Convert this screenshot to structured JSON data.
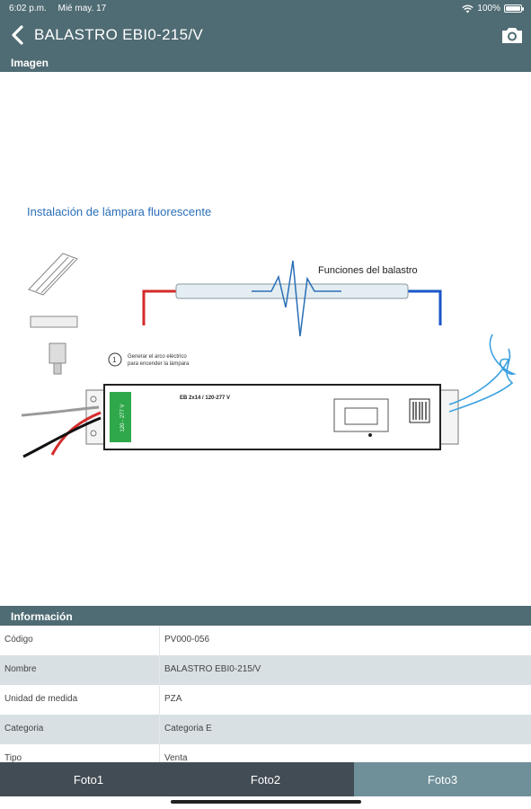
{
  "status_bar": {
    "time": "6:02 p.m.",
    "date": "Mié may. 17",
    "battery": "100%"
  },
  "header": {
    "title": "BALASTRO EBI0-215/V"
  },
  "sections": {
    "image": "Imagen",
    "info": "Información"
  },
  "diagram": {
    "title": "Instalación de lámpara fluorescente",
    "functions_label": "Funciones del balastro",
    "step_number": "1",
    "step_line1": "Generar el arco eléctrico",
    "step_line2": "para encender la lámpara",
    "ballast_label": "EB 2x14 / 120-277 V",
    "ballast_side": "120 - 277 V"
  },
  "carousel": {
    "count": 3,
    "active": 2
  },
  "info": [
    {
      "label": "Código",
      "value": "PV000-056"
    },
    {
      "label": "Nombre",
      "value": "BALASTRO EBI0-215/V"
    },
    {
      "label": "Unidad de medida",
      "value": "PZA"
    },
    {
      "label": "Categoria",
      "value": "Categoria E"
    },
    {
      "label": "Tipo",
      "value": "Venta"
    }
  ],
  "tabs": [
    {
      "label": "Foto1"
    },
    {
      "label": "Foto2"
    },
    {
      "label": "Foto3"
    }
  ],
  "colors": {
    "bar": "#4f6b73",
    "tab_bar": "#424c54",
    "tab_active": "#6f8f99",
    "dot_active": "#1f6fe0"
  }
}
